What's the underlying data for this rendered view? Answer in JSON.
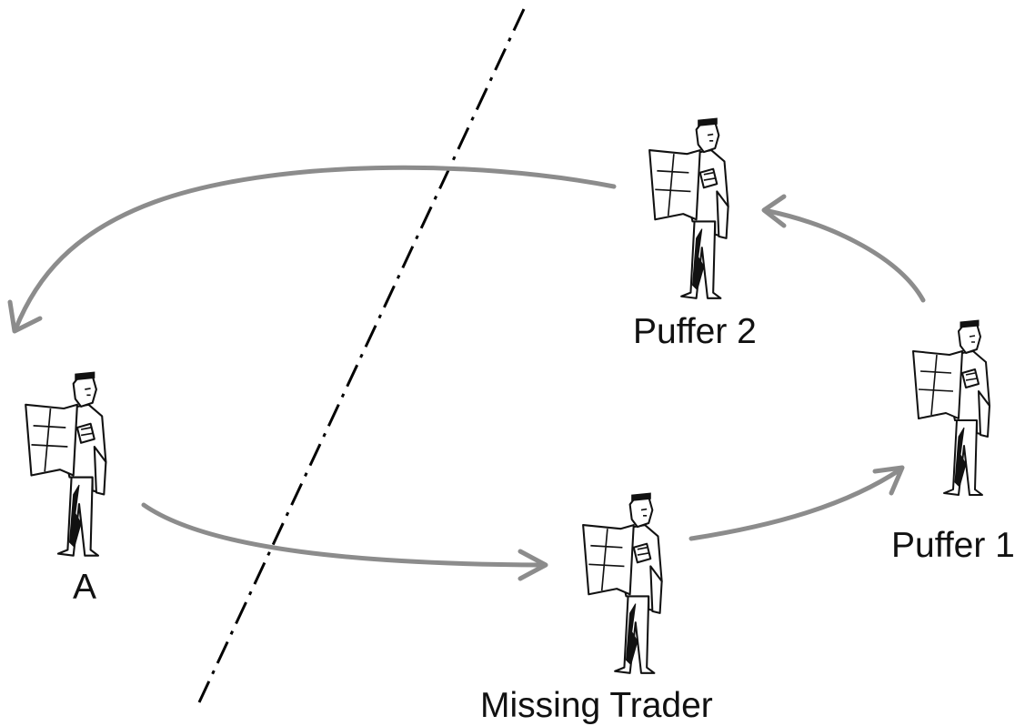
{
  "diagram": {
    "nodes": {
      "a": {
        "label": "A",
        "icon": "person-reading-newspaper-icon"
      },
      "missing_trader": {
        "label": "Missing Trader",
        "icon": "person-reading-newspaper-icon"
      },
      "puffer_1": {
        "label": "Puffer 1",
        "icon": "person-reading-newspaper-icon"
      },
      "puffer_2": {
        "label": "Puffer 2",
        "icon": "person-reading-newspaper-icon"
      }
    },
    "edges": [
      {
        "from": "A",
        "to": "Missing Trader"
      },
      {
        "from": "Missing Trader",
        "to": "Puffer 1"
      },
      {
        "from": "Puffer 1",
        "to": "Puffer 2"
      },
      {
        "from": "Puffer 2",
        "to": "A"
      }
    ],
    "colors": {
      "arrow": "#8c8c8c",
      "boundary_line": "#000000",
      "text": "#111111",
      "background": "#ffffff"
    }
  }
}
